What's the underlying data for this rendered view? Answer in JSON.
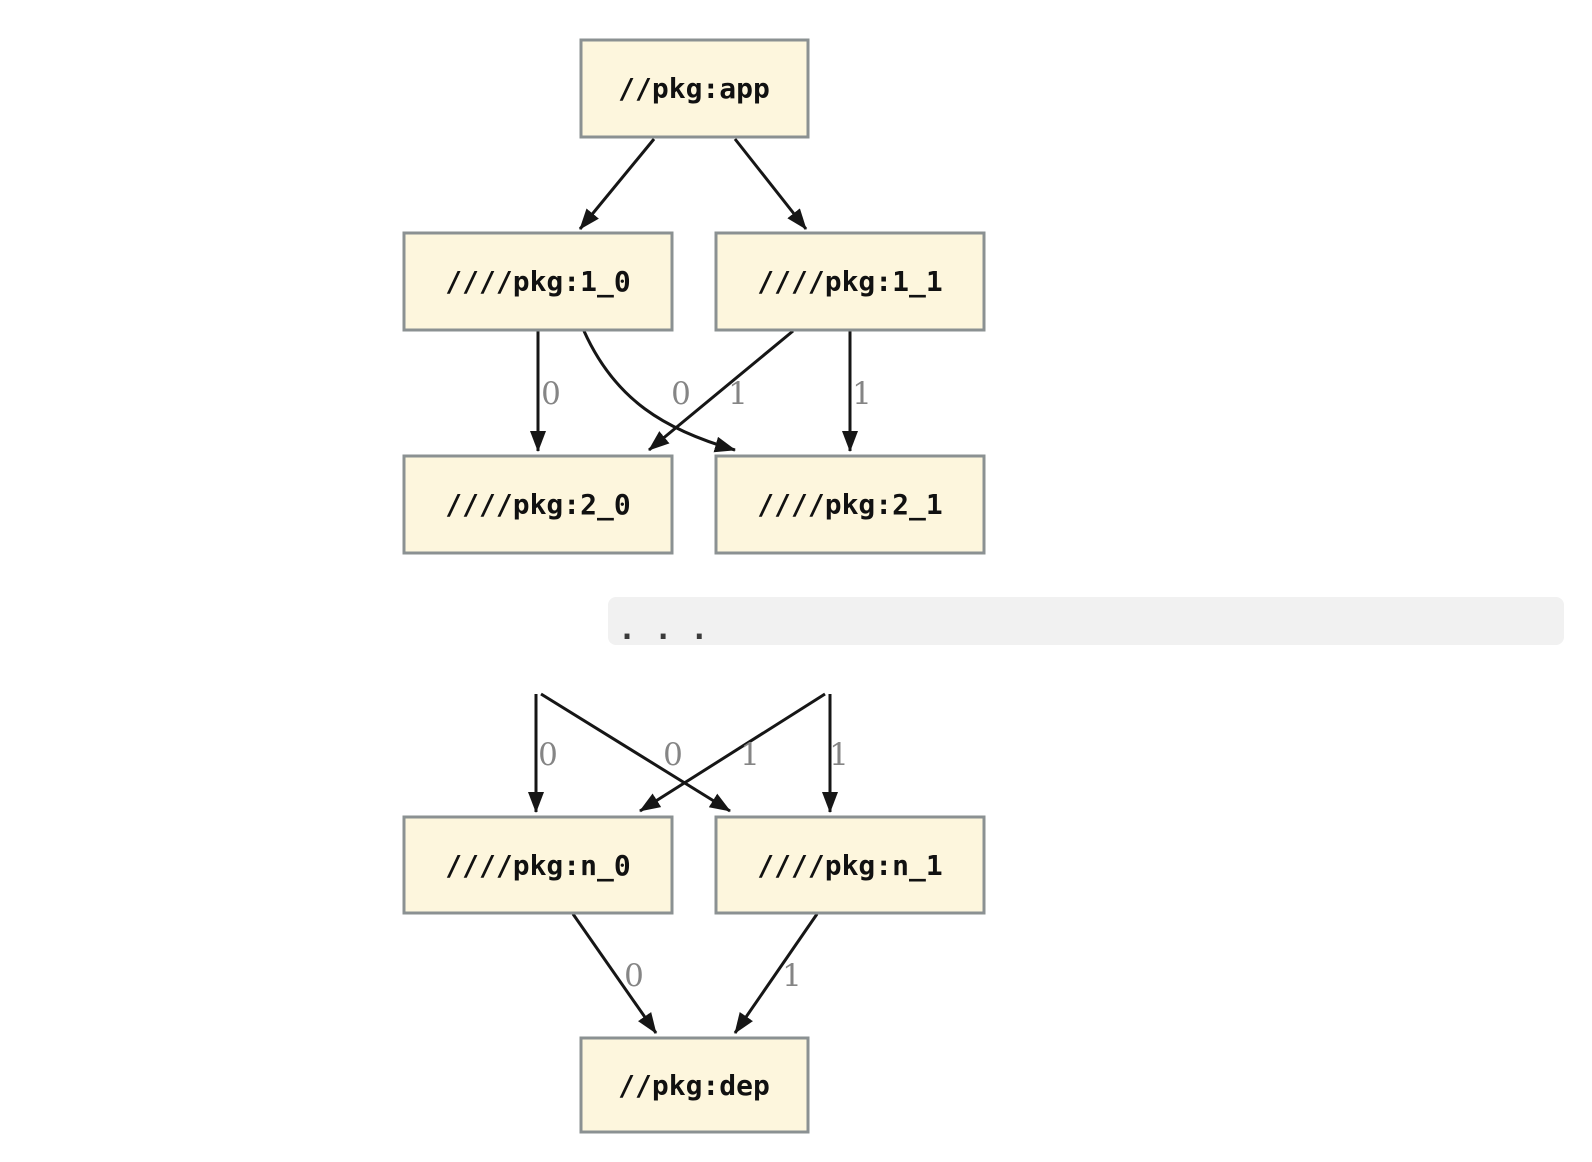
{
  "diagram": {
    "kind": "dependency-graph",
    "nodes": {
      "app": {
        "label": "//pkg:app"
      },
      "l1_0": {
        "label": "////pkg:1_0"
      },
      "l1_1": {
        "label": "////pkg:1_1"
      },
      "l2_0": {
        "label": "////pkg:2_0"
      },
      "l2_1": {
        "label": "////pkg:2_1"
      },
      "ln_0": {
        "label": "////pkg:n_0"
      },
      "ln_1": {
        "label": "////pkg:n_1"
      },
      "dep": {
        "label": "//pkg:dep"
      }
    },
    "ellipsis_text": ". . .",
    "edges": [
      {
        "from": "//pkg:app",
        "to": "////pkg:1_0",
        "label": ""
      },
      {
        "from": "//pkg:app",
        "to": "////pkg:1_1",
        "label": ""
      },
      {
        "from": "////pkg:1_0",
        "to": "////pkg:2_0",
        "label": "0"
      },
      {
        "from": "////pkg:1_0",
        "to": "////pkg:2_1",
        "label": "1"
      },
      {
        "from": "////pkg:1_1",
        "to": "////pkg:2_0",
        "label": "0"
      },
      {
        "from": "////pkg:1_1",
        "to": "////pkg:2_1",
        "label": "1"
      },
      {
        "from": "...",
        "to": "////pkg:n_0",
        "label": "0"
      },
      {
        "from": "...",
        "to": "////pkg:n_1",
        "label": "1"
      },
      {
        "from": "...",
        "to": "////pkg:n_0",
        "label": "0"
      },
      {
        "from": "...",
        "to": "////pkg:n_1",
        "label": "1"
      },
      {
        "from": "////pkg:n_0",
        "to": "//pkg:dep",
        "label": "0"
      },
      {
        "from": "////pkg:n_1",
        "to": "//pkg:dep",
        "label": "1"
      }
    ],
    "colors": {
      "node_fill": "#fdf6dd",
      "node_border": "#8b9192",
      "edge": "#161616",
      "edge_label": "#858585",
      "separator_bg": "#f1f1f1",
      "background": "#ffffff"
    }
  }
}
